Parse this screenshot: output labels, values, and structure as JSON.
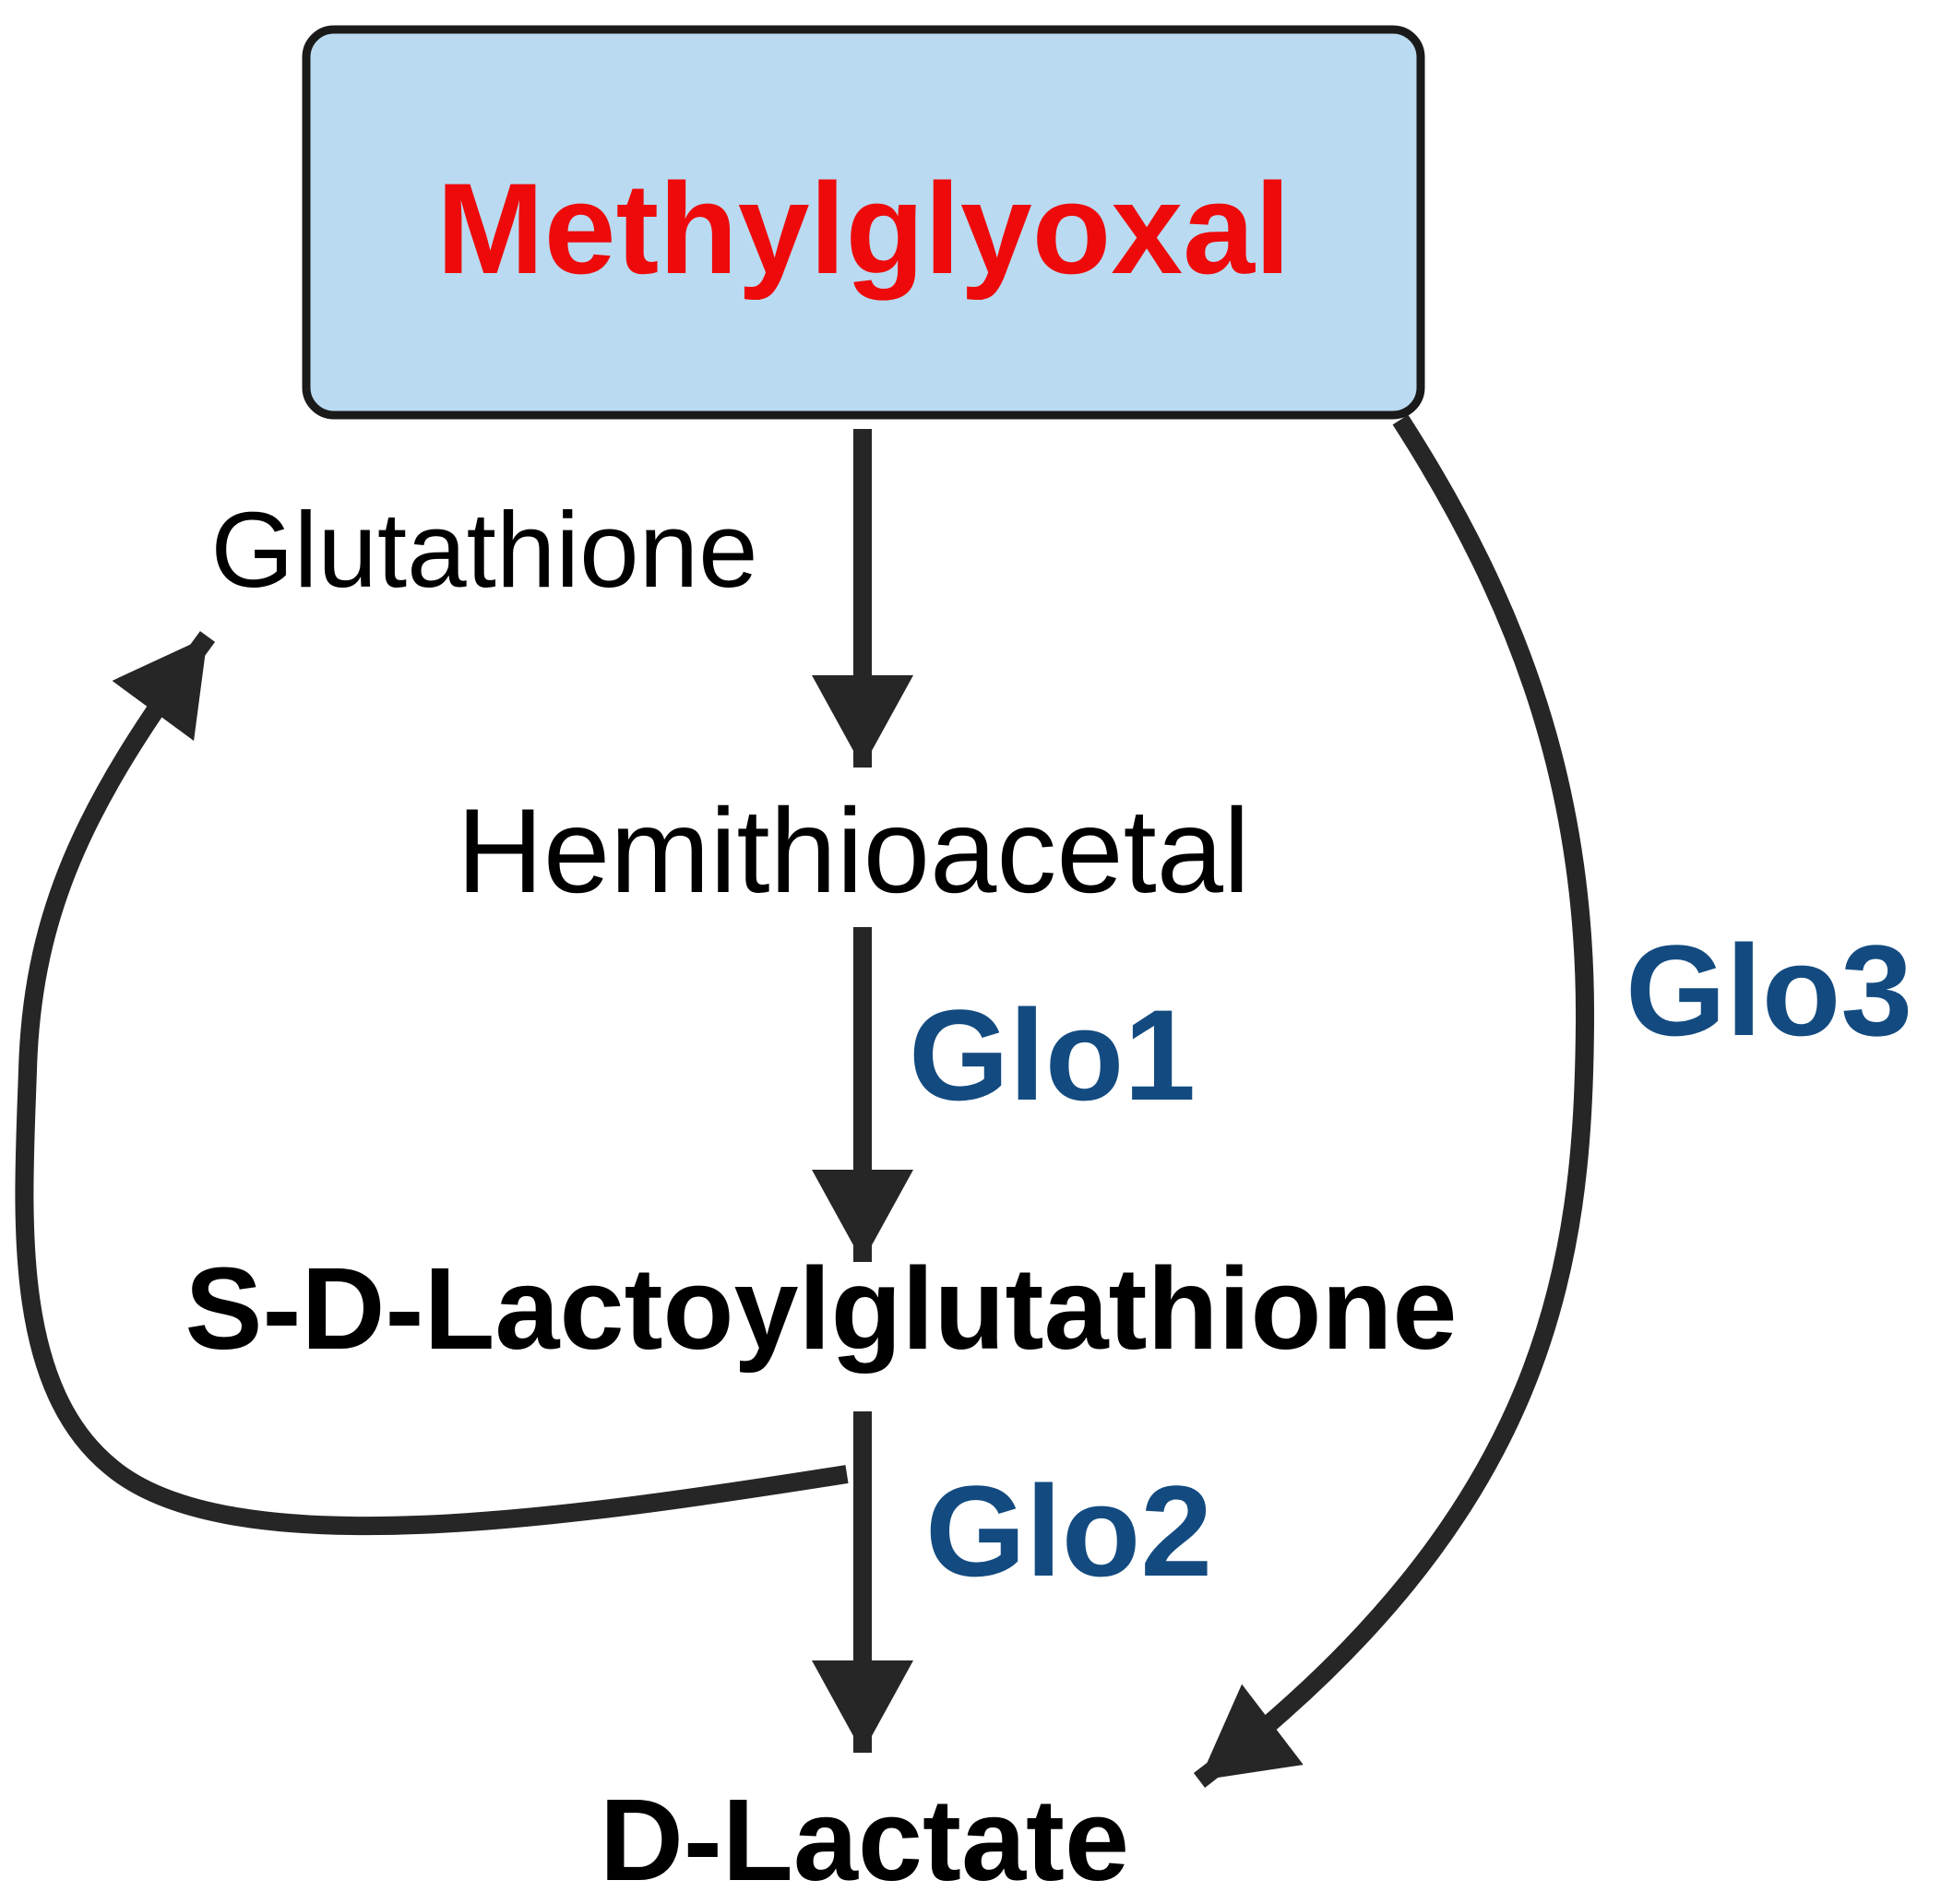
{
  "nodes": {
    "methylglyoxal": "Methylglyoxal",
    "glutathione": "Glutathione",
    "hemithioacetal": "Hemithioacetal",
    "lactoylglutathione": "S-D-Lactoylglutathione",
    "d_lactate": "D-Lactate"
  },
  "enzymes": {
    "glo1": "Glo1",
    "glo2": "Glo2",
    "glo3": "Glo3"
  },
  "colors": {
    "box_fill": "#b9daf1",
    "box_stroke": "#1a1a1a",
    "highlight_text": "#ee0a0a",
    "enzyme_text": "#134b80",
    "arrow": "#262626",
    "text": "#000000"
  }
}
